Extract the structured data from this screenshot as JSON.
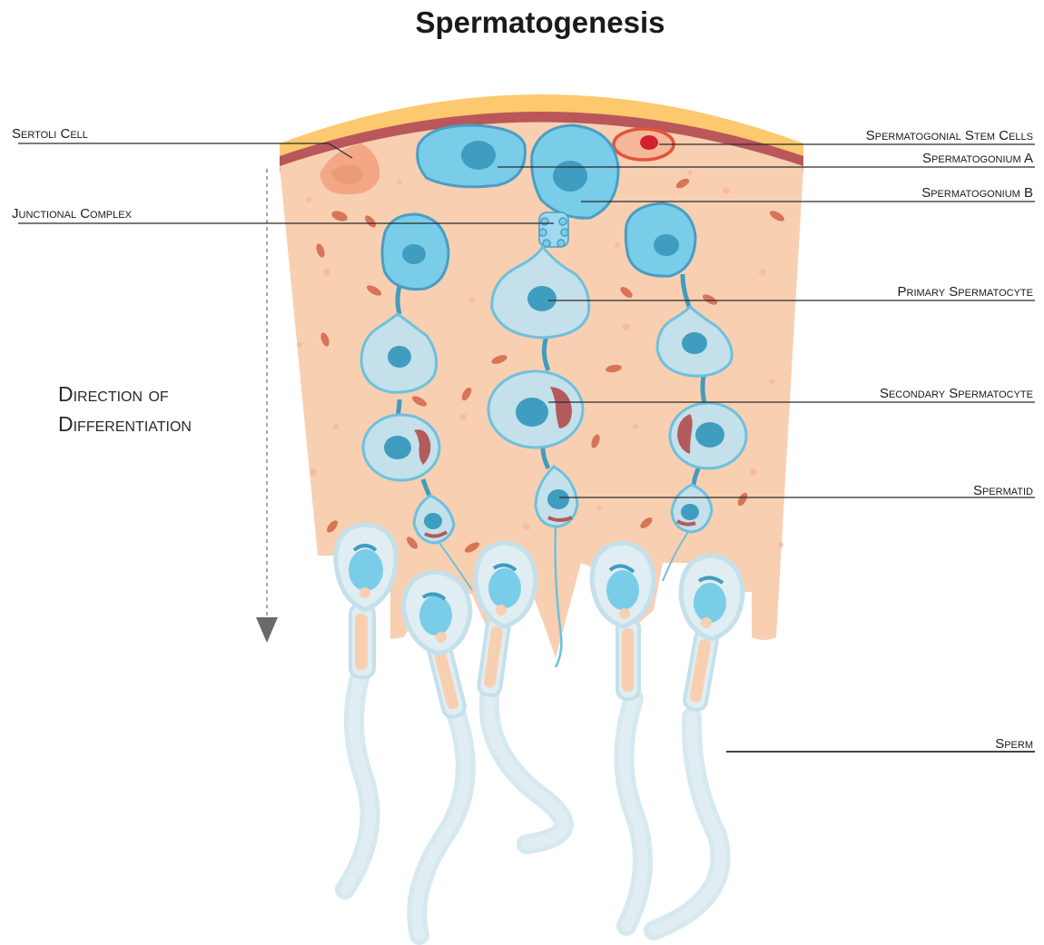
{
  "title": "Spermatogenesis",
  "labels": {
    "sertoli": "Sertoli Cell",
    "junctional": "Junctional Complex",
    "stem": "Spermatogonial Stem Cells",
    "sg_a": "Spermatogonium A",
    "sg_b": "Spermatogonium B",
    "primary": "Primary Spermatocyte",
    "secondary": "Secondary Spermatocyte",
    "spermatid": "Spermatid",
    "sperm": "Sperm"
  },
  "direction": {
    "line1": "Direction of",
    "line2": "Differentiation"
  },
  "colors": {
    "outer_layer": "#fcc96f",
    "basement": "#b9575a",
    "tissue": "#f9cfb1",
    "cell_blue": "#7acde8",
    "cell_blue_stroke": "#4a9ec4",
    "cell_pale": "#c4e0ea",
    "nucleus": "#3f9dbf",
    "chromatin": "#b35a5c",
    "sperm_tail": "#d9e8ee"
  }
}
